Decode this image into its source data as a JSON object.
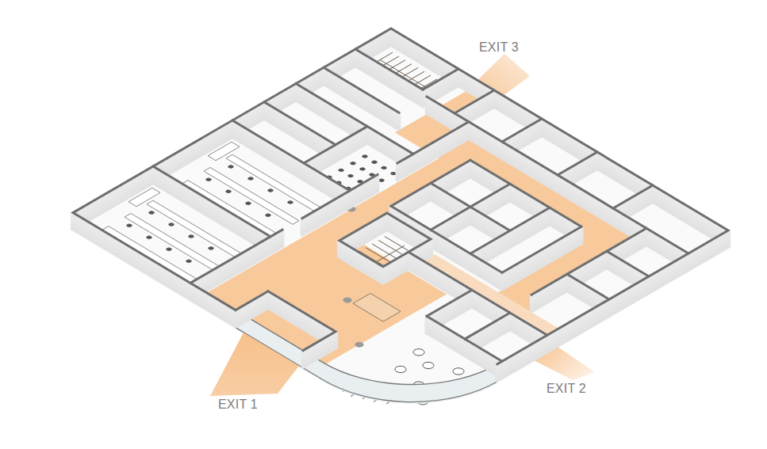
{
  "diagram": {
    "labels": [
      "EXIT 3",
      "EXIT 2",
      "EXIT 1"
    ]
  }
}
